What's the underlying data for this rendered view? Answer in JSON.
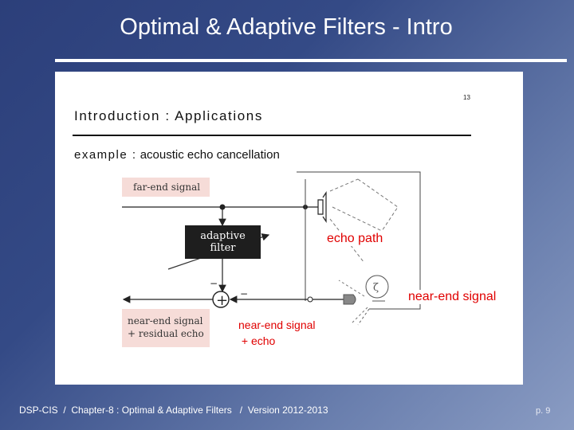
{
  "slide": {
    "title": "Optimal & Adaptive Filters - Intro",
    "footer": "DSP-CIS  /  Chapter-8 : Optimal & Adaptive Filters   /  Version 2012-2013",
    "page_number": "p. 9"
  },
  "figure": {
    "page_number": "13",
    "heading": "Introduction : Applications",
    "example_label": "example :",
    "example_text": "acoustic echo cancellation",
    "far_end_box": "far-end signal",
    "adaptive_filter_line1": "adaptive",
    "adaptive_filter_line2": "filter",
    "residual_line1": "near-end signal",
    "residual_line2": "+ residual echo",
    "minus_left": "−",
    "minus_right": "−",
    "plus_symbol": "+"
  },
  "annotations": {
    "echo_path": "echo path",
    "near_end_signal": "near-end signal",
    "near_end_echo_line1": "near-end signal",
    "near_end_echo_line2": " + echo"
  },
  "colors": {
    "annotation": "#e00000",
    "label_box": "#f6dcd8",
    "filter_box": "#1e1e1e"
  }
}
